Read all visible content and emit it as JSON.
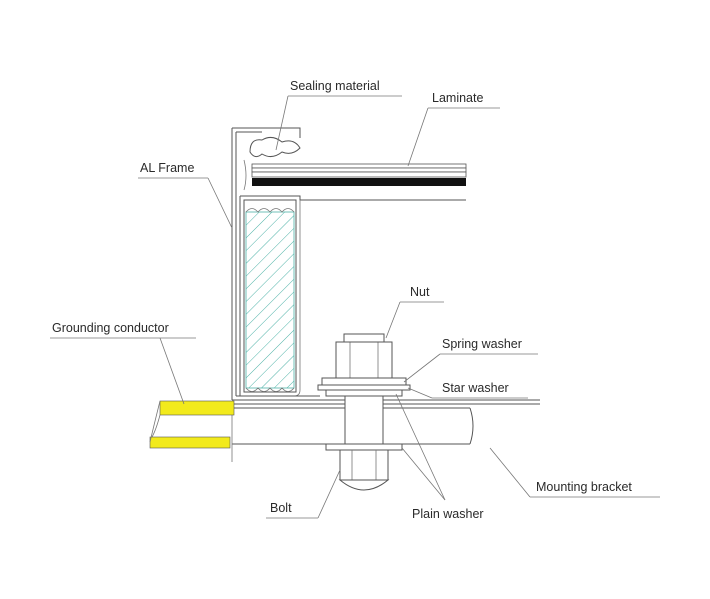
{
  "labels": {
    "sealing_material": "Sealing material",
    "laminate": "Laminate",
    "al_frame": "AL Frame",
    "nut": "Nut",
    "grounding_conductor": "Grounding conductor",
    "spring_washer": "Spring washer",
    "star_washer": "Star washer",
    "mounting_bracket": "Mounting bracket",
    "bolt": "Bolt",
    "plain_washer": "Plain washer"
  },
  "colors": {
    "grounding_conductor": "#f2ea1c",
    "laminate_core": "#111111",
    "hatch": "#4fb3a8",
    "line": "#555555"
  }
}
